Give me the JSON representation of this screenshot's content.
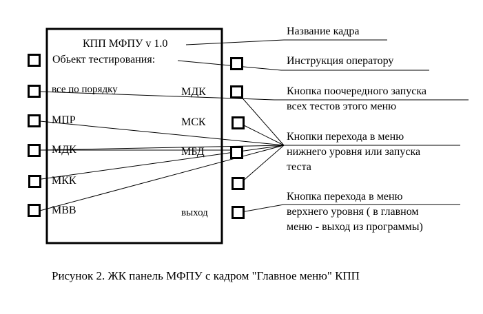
{
  "panel": {
    "title": "КПП МФПУ v 1.0",
    "instruction": "Обьект тестирования:",
    "left_items": [
      "все по порядку",
      "МПР",
      "МДК",
      "МКК",
      "МВВ"
    ],
    "right_items": [
      "МДК",
      "МСК",
      "МБД",
      "выход"
    ]
  },
  "annotations": {
    "frame_name": "Название кадра",
    "operator_instruction": "Инструкция оператору",
    "run_all": [
      "Кнопка поочередного запуска",
      "всех тестов этого меню"
    ],
    "submenu": [
      "Кнопки перехода в меню",
      "нижнего уровня или запуска",
      "теста"
    ],
    "upper_menu": [
      "Кнопка перехода в меню",
      "верхнего уровня ( в главном",
      "меню - выход из программы)"
    ]
  },
  "caption": "Рисунок 2. ЖК панель МФПУ с кадром \"Главное меню\" КПП"
}
